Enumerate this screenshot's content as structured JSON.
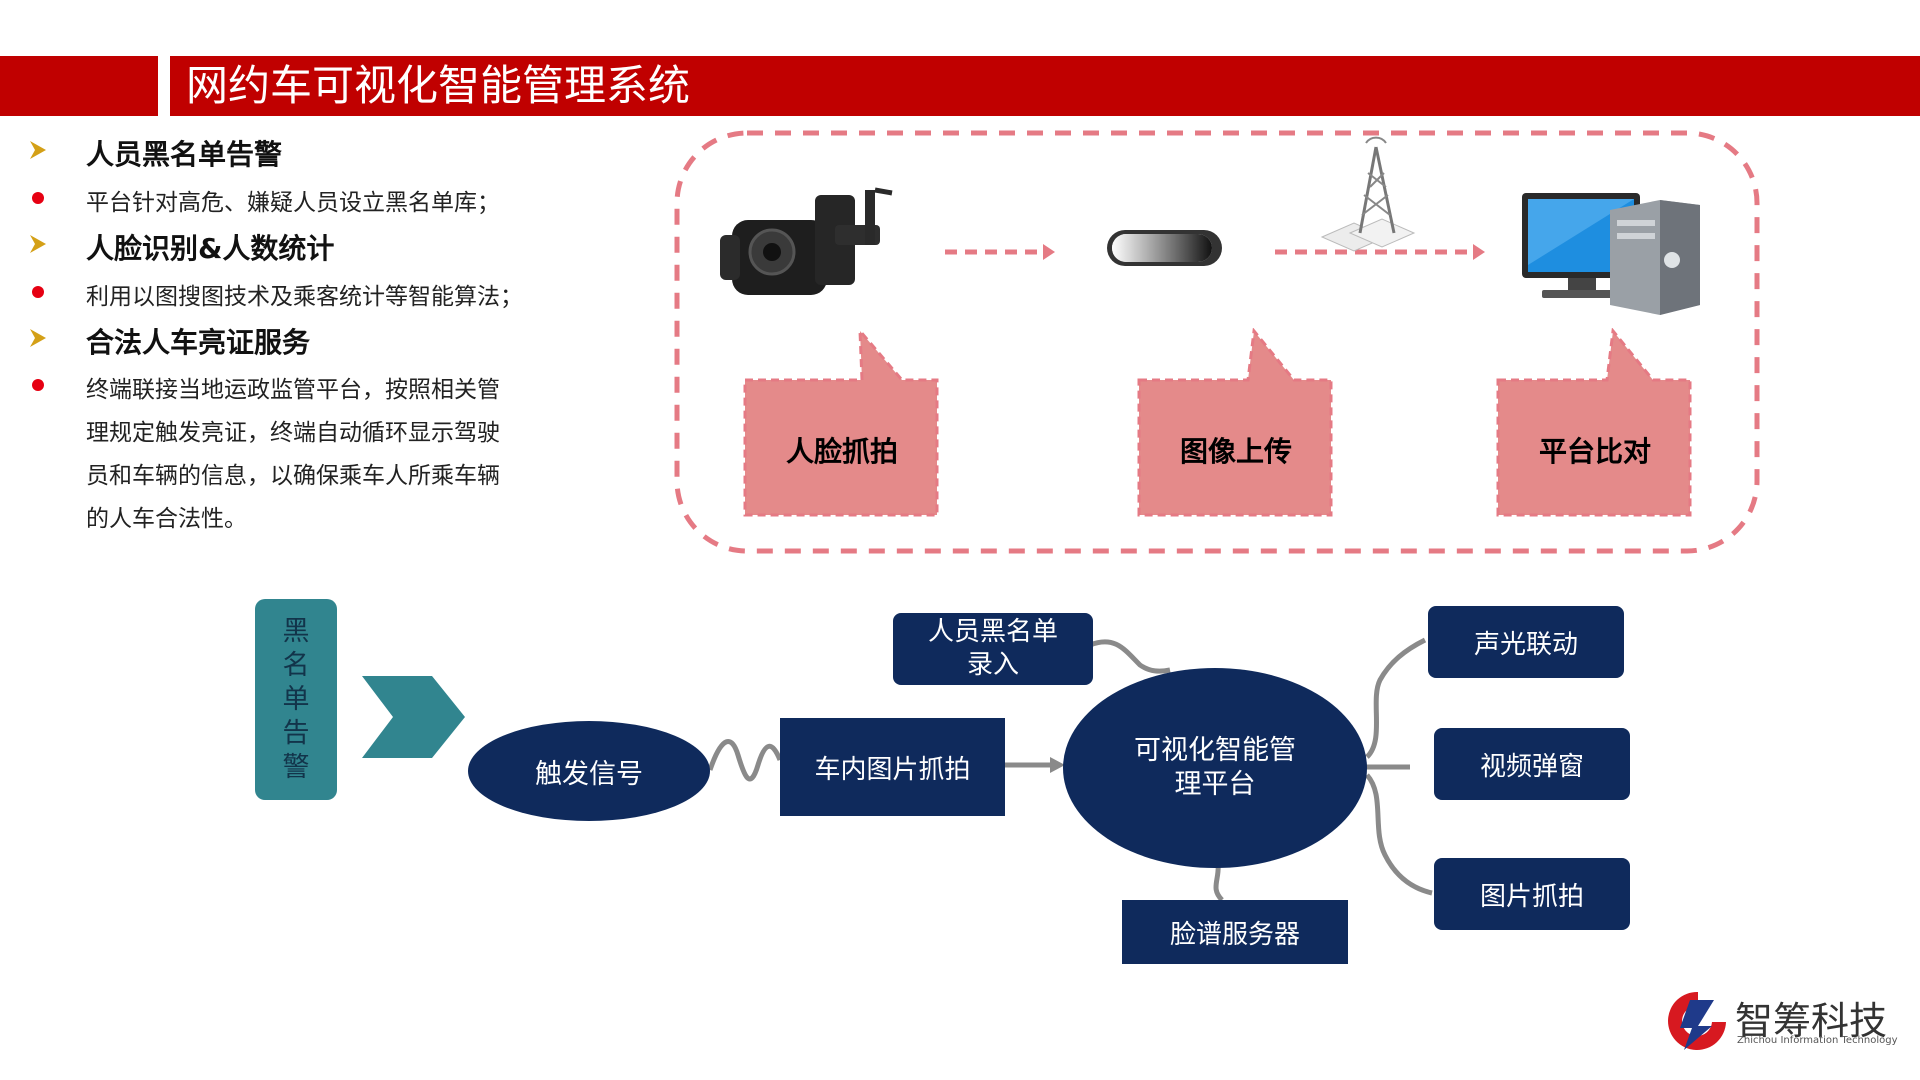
{
  "header": {
    "title": "网约车可视化智能管理系统"
  },
  "left_panel": {
    "sections": [
      {
        "heading": "人员黑名单告警",
        "lines": [
          "平台针对高危、嫌疑人员设立黑名单库；"
        ]
      },
      {
        "heading": "人脸识别&人数统计",
        "lines": [
          "利用以图搜图技术及乘客统计等智能算法；"
        ]
      },
      {
        "heading": "合法人车亮证服务",
        "lines": [
          "终端联接当地运政监管平台，按照相关管",
          "理规定触发亮证，终端自动循环显示驾驶",
          "员和车辆的信息，以确保乘车人所乘车辆",
          "的人车合法性。"
        ]
      }
    ]
  },
  "top_flow": {
    "callouts": [
      "人脸抓拍",
      "图像上传",
      "平台比对"
    ]
  },
  "flow": {
    "blacklist_alert": "黑名单告警",
    "trigger": "触发信号",
    "capture": "车内图片抓拍",
    "platform_line1": "可视化智能管",
    "platform_line2": "理平台",
    "blacklist_entry_line1": "人员黑名单",
    "blacklist_entry_line2": "录入",
    "face_server": "脸谱服务器",
    "outputs": [
      "声光联动",
      "视频弹窗",
      "图片抓拍"
    ]
  },
  "logo": {
    "name": "智筹科技",
    "subtitle": "Zhichou Information Technology"
  },
  "colors": {
    "header_red": "#c00000",
    "navy": "#0f2a5c",
    "teal": "#31858f",
    "callout_pink": "#e48a8a",
    "dash_pink": "#e57a84"
  }
}
